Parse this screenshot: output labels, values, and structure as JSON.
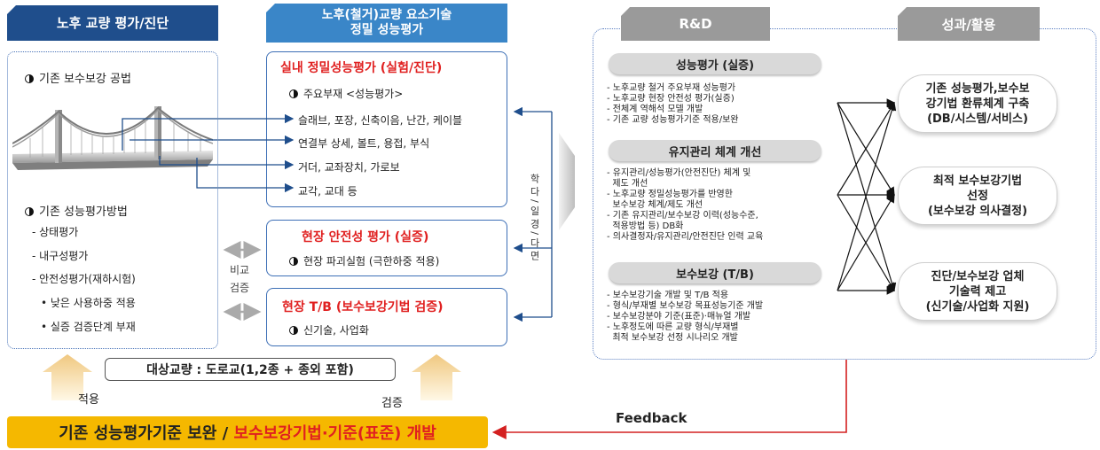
{
  "left": {
    "header": "노후 교량 평가/진단",
    "section1": "기존 보수보강 공법",
    "section2": "기존 성능평가방법",
    "items": [
      "- 상태평가",
      "- 내구성평가",
      "- 안전성평가(재하시험)"
    ],
    "subitems": [
      "• 낮은 사용하중 적용",
      "• 실증 검증단계 부재"
    ]
  },
  "middle": {
    "header_line1": "노후(철거)교량 요소기술",
    "header_line2": "정밀 성능평가",
    "box1_title": "실내 정밀성능평가 (실험/진단)",
    "box1_sub": "주요부재 <성능평가>",
    "box1_items": [
      "슬래브, 포장, 신축이음, 난간, 케이블",
      "연결부 상세, 볼트, 용접, 부식",
      "거더, 교좌장치, 가로보",
      "교각, 교대 등"
    ],
    "box2_title": "현장 안전성 평가 (실증)",
    "box2_item": "현장 파괴실험 (극한하중 적용)",
    "box3_title": "현장 T/B (보수보강기법 검증)",
    "box3_item": "신기술, 사업화",
    "compare_line1": "비교",
    "compare_line2": "검증",
    "vertical_label": "학 다 / 일 경 / 다 면"
  },
  "target": "대상교량 : 도로교(1,2종 + 종외 포함)",
  "apply_label": "적용",
  "verify_label": "검증",
  "rd": {
    "header": "R&D",
    "groups": [
      {
        "title": "성능평가 (실증)",
        "lines": [
          "- 노후교량 철거 주요부재 성능평가",
          "- 노후교량 현장 안전성 평가(실증)",
          "- 전체계 역해석 모델 개발",
          "- 기존 교량 성능평가기준 적용/보완"
        ]
      },
      {
        "title": "유지관리 체계 개선",
        "lines": [
          "- 유지관리/성능평가(안전진단) 체계 및",
          "  제도 개선",
          "- 노후교량 정밀성능평가를 반영한",
          "  보수보강 체계/제도 개선",
          "- 기존 유지관리/보수보강 이력(성능수준,",
          "  적용방법 등) DB화",
          "- 의사결정자/유지관리/안전진단 인력 교육"
        ]
      },
      {
        "title": "보수보강 (T/B)",
        "lines": [
          "- 보수보강기술 개발 및 T/B 적용",
          "- 형식/부재별 보수보강 목표성능기준 개발",
          "- 보수보강분야 기준(표준)·매뉴얼 개발",
          "- 노후정도에 따른 교량 형식/부재별",
          "  최적 보수보강 선정 시나리오 개발"
        ]
      }
    ]
  },
  "results": {
    "header": "성과/활용",
    "items": [
      [
        "기존 성능평가,보수보",
        "강기법 환류체계 구축",
        "(DB/시스템/서비스)"
      ],
      [
        "최적 보수보강기법",
        "선정",
        "(보수보강 의사결정)"
      ],
      [
        "진단/보수보강 업체",
        "기술력 제고",
        "(신기술/사업화 지원)"
      ]
    ]
  },
  "feedback": "Feedback",
  "bottom": {
    "part1": "기존 성능평가기준 보완 / ",
    "part2": "보수보강기법·기준(표준) 개발"
  },
  "colors": {
    "navy": "#1f4e8c",
    "light_blue": "#3a86c8",
    "gray": "#9a9a9a",
    "red": "#e02020",
    "yellow": "#f5b800"
  }
}
